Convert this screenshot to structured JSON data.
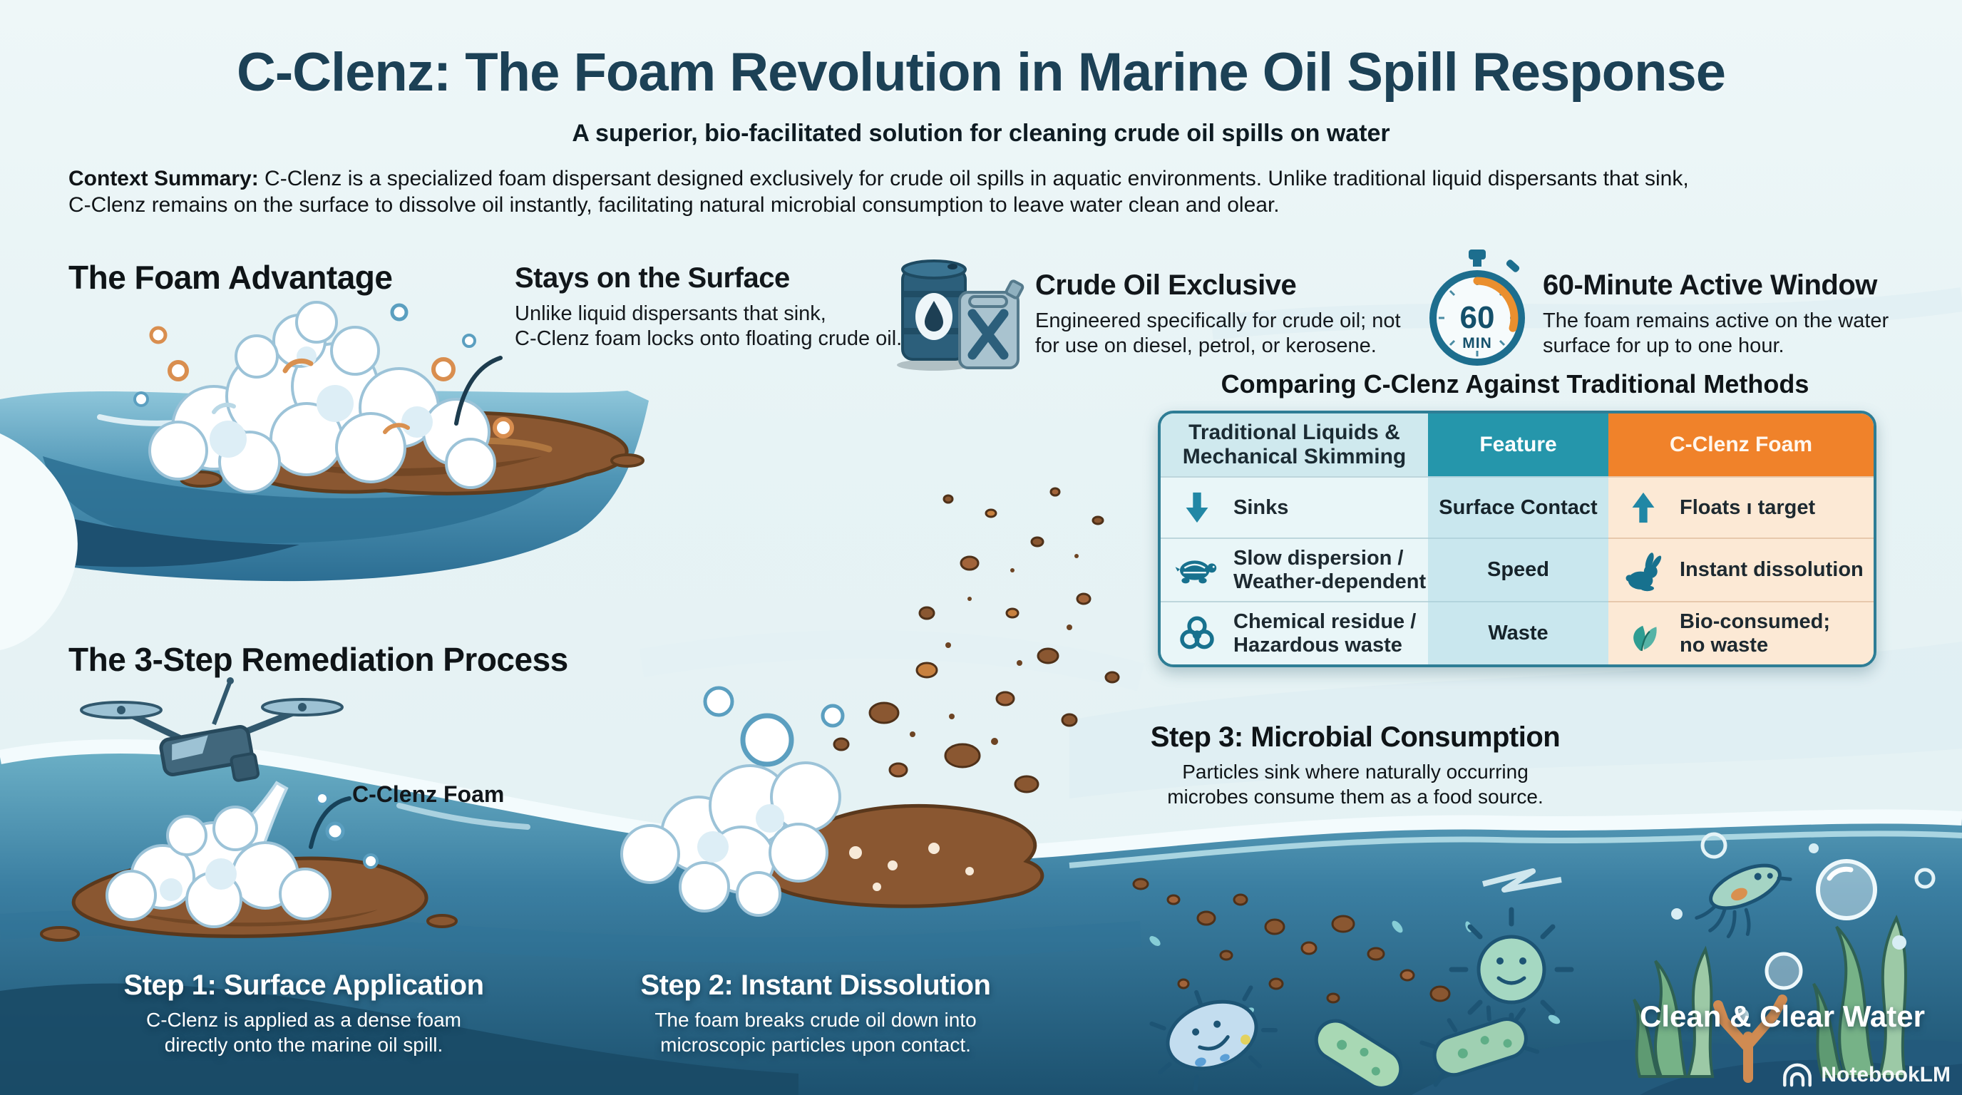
{
  "header": {
    "title": "C-Clenz: The Foam Revolution in Marine Oil Spill Response",
    "subtitle": "A superior, bio-facilitated solution for cleaning crude oil spills on water",
    "context_label": "Context Summary:",
    "context_text": " C-Clenz is a specialized foam dispersant designed exclusively for crude oil spills in aquatic environments. Unlike traditional liquid dispersants that sink,\nC-Clenz remains on the surface to dissolve oil instantly, facilitating natural microbial consumption to leave water clean and olear."
  },
  "foam_advantage": {
    "heading": "The Foam Advantage",
    "features": [
      {
        "title": "Stays on the Surface",
        "body": "Unlike liquid dispersants that sink,\nC-Clenz foam locks onto floating crude oil."
      },
      {
        "title": "Crude Oil Exclusive",
        "body": "Engineered specifically for crude oil; not\nfor use on diesel, petrol, or kerosene."
      },
      {
        "title": "60-Minute Active Window",
        "body": "The foam remains active on the water\nsurface for up to one hour.",
        "stopwatch_value": "60",
        "stopwatch_unit": "MIN"
      }
    ]
  },
  "comparison": {
    "heading": "Comparing C-Clenz Against Traditional Methods",
    "columns": {
      "traditional": "Traditional Liquids &\nMechanical Skimming",
      "feature": "Feature",
      "cclenz": "C-Clenz Foam"
    },
    "rows": [
      {
        "traditional": "Sinks",
        "feature": "Surface Contact",
        "cclenz": "Floats ı target",
        "traditional_icon": "down-arrow",
        "cclenz_icon": "up-arrow"
      },
      {
        "traditional": "Slow dispersion /\nWeather-dependent",
        "feature": "Speed",
        "cclenz": "Instant dissolution",
        "traditional_icon": "turtle",
        "cclenz_icon": "rabbit"
      },
      {
        "traditional": "Chemical residue /\nHazardous waste",
        "feature": "Waste",
        "cclenz": "Bio-consumed;\nno waste",
        "traditional_icon": "biohazard",
        "cclenz_icon": "leaf"
      }
    ]
  },
  "process": {
    "heading": "The 3-Step Remediation Process",
    "foam_label": "C-Clenz Foam",
    "steps": [
      {
        "title": "Step 1: Surface Application",
        "body": "C-Clenz is applied as a dense foam\ndirectly onto the marine oil spill."
      },
      {
        "title": "Step 2: Instant Dissolution",
        "body": "The foam breaks crude oil down into\nmicroscopic particles upon contact."
      },
      {
        "title": "Step 3: Microbial Consumption",
        "body": "Particles sink where naturally occurring\nmicrobes consume them as a food source."
      }
    ],
    "result_label": "Clean & Clear Water"
  },
  "footer": {
    "watermark": "NotebookLM"
  },
  "colors": {
    "accent_teal": "#2596ab",
    "accent_orange": "#f0822a",
    "water_deep": "#1d5474",
    "oil_brown": "#8a5731",
    "title_ink": "#1c4156",
    "icon_teal": "#17718e"
  }
}
